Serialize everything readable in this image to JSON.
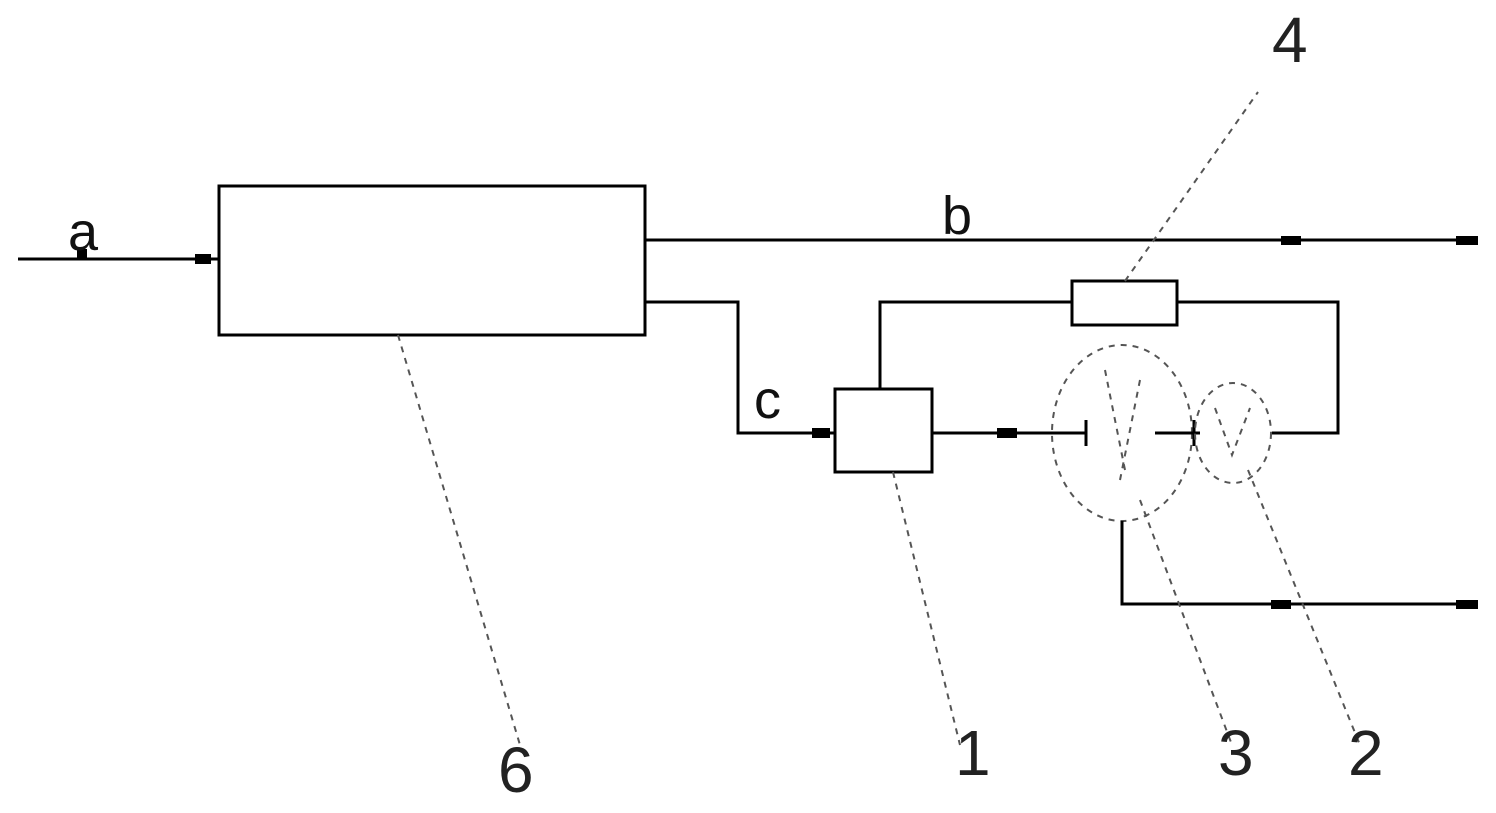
{
  "diagram": {
    "stream_labels": {
      "inlet": "a",
      "top_outlet": "b",
      "lower_branch": "c"
    },
    "component_numbers": {
      "main_unit": "6",
      "small_box": "1",
      "top_element": "4",
      "large_circle": "3",
      "small_circle": "2"
    }
  }
}
